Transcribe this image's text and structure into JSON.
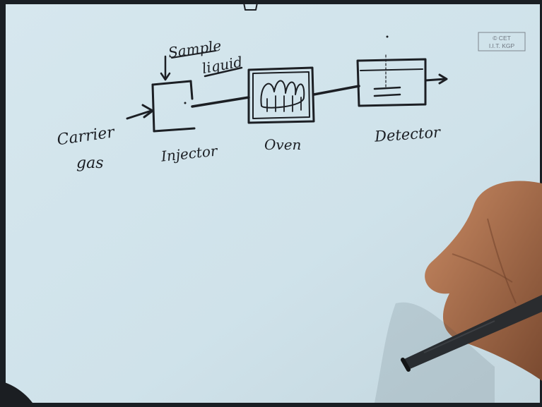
{
  "watermark": {
    "line1": "© CET",
    "line2": "I.I.T. KGP"
  },
  "labels": {
    "carrier_line1": "Carrier",
    "carrier_line2": "gas",
    "sample_line1": "Sample",
    "sample_line2": "liquid",
    "injector": "Injector",
    "oven": "Oven",
    "detector": "Detector"
  },
  "colors": {
    "board": "#cfe2ea",
    "ink": "#1c1f24",
    "skin": "#b57552",
    "pen": "#2a2c2f"
  }
}
